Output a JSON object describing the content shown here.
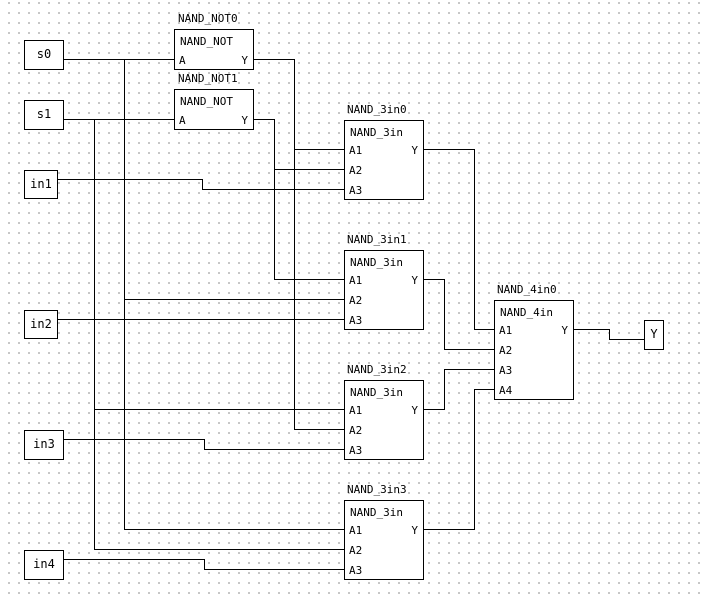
{
  "ports": {
    "s0": "s0",
    "s1": "s1",
    "in1": "in1",
    "in2": "in2",
    "in3": "in3",
    "in4": "in4",
    "y": "Y"
  },
  "gates": {
    "nand_not0": {
      "name": "NAND_NOT0",
      "type": "NAND_NOT",
      "inputs": [
        "A"
      ],
      "output": "Y"
    },
    "nand_not1": {
      "name": "NAND_NOT1",
      "type": "NAND_NOT",
      "inputs": [
        "A"
      ],
      "output": "Y"
    },
    "nand_3in0": {
      "name": "NAND_3in0",
      "type": "NAND_3in",
      "inputs": [
        "A1",
        "A2",
        "A3"
      ],
      "output": "Y"
    },
    "nand_3in1": {
      "name": "NAND_3in1",
      "type": "NAND_3in",
      "inputs": [
        "A1",
        "A2",
        "A3"
      ],
      "output": "Y"
    },
    "nand_3in2": {
      "name": "NAND_3in2",
      "type": "NAND_3in",
      "inputs": [
        "A1",
        "A2",
        "A3"
      ],
      "output": "Y"
    },
    "nand_3in3": {
      "name": "NAND_3in3",
      "type": "NAND_3in",
      "inputs": [
        "A1",
        "A2",
        "A3"
      ],
      "output": "Y"
    },
    "nand_4in0": {
      "name": "NAND_4in0",
      "type": "NAND_4in",
      "inputs": [
        "A1",
        "A2",
        "A3",
        "A4"
      ],
      "output": "Y"
    }
  }
}
